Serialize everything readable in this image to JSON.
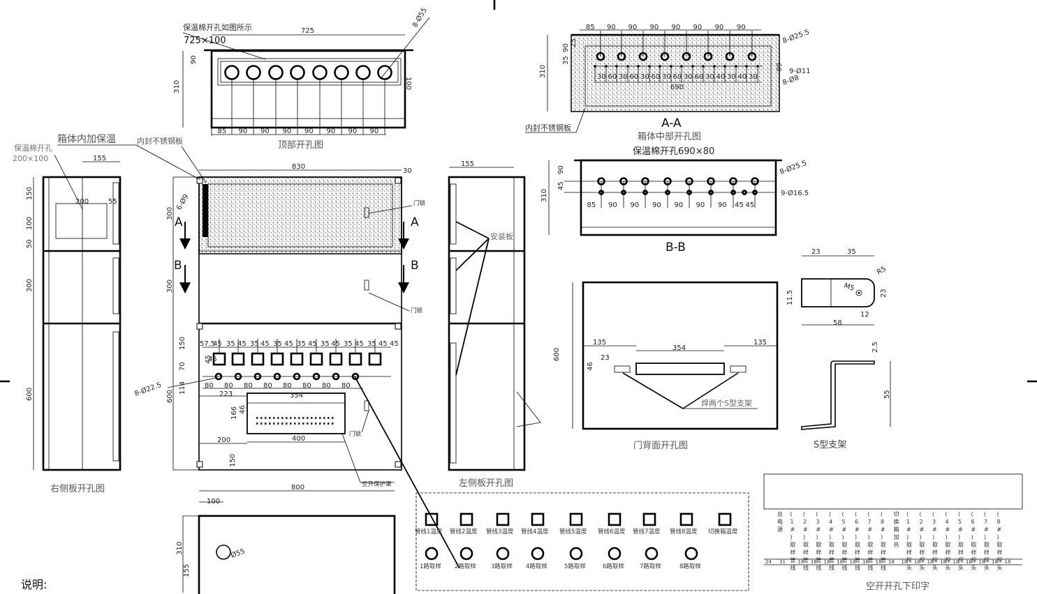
{
  "views": {
    "top": {
      "note": "保温棉开孔如图所示",
      "note_size": "725×100",
      "width_dim": "725",
      "dims_left": [
        "90",
        "310"
      ],
      "hole_spec": "8-Ø55",
      "dim_100": "100",
      "spacing": [
        "85",
        "90",
        "90",
        "90",
        "90",
        "90",
        "90",
        "90"
      ],
      "caption": "顶部开孔图"
    },
    "aa": {
      "spacing": [
        "85",
        "90",
        "90",
        "90",
        "90",
        "90",
        "90",
        "90"
      ],
      "dims_left": [
        "90",
        "25",
        "35",
        "310"
      ],
      "sub_spacing": [
        "30",
        "60",
        "30",
        "60",
        "30",
        "60",
        "30",
        "60",
        "30",
        "60",
        "30",
        "40",
        "30",
        "40",
        "30"
      ],
      "width_dim": "690",
      "spec1": "8-Ø25.5",
      "spec2": "9-Ø11",
      "spec3": "8-Ø8",
      "dim60": "60",
      "leader": "内封不锈钢板",
      "section": "A-A",
      "caption": "箱体中部开孔图",
      "insulation_caption": "保温棉开孔690×80"
    },
    "bb": {
      "dims_left": [
        "90",
        "45",
        "310"
      ],
      "spacing": [
        "85",
        "90",
        "90",
        "90",
        "90",
        "90",
        "90",
        "45",
        "45"
      ],
      "spec1": "8-Ø25.5",
      "spec2": "9-Ø16.5",
      "section": "B-B"
    },
    "right_side": {
      "note1": "保温棉开孔",
      "note2": "200×100",
      "top_dim": "155",
      "dims": [
        "150",
        "100",
        "50",
        "300",
        "600"
      ],
      "inner_w": "200",
      "inner_55": "55",
      "caption": "右侧板开孔图"
    },
    "front": {
      "leader_insulation": "箱体内加保温",
      "leader_plate": "内封不锈钢板",
      "width": "830",
      "dim30": "30",
      "spec_c": "6-Ø9",
      "dims_left": [
        "300",
        "300",
        "600",
        "150",
        "70",
        "114",
        "45",
        "166",
        "46"
      ],
      "lock": "门锁",
      "cut_a": "A",
      "cut_b": "B",
      "upper_spacing": [
        "57.5",
        "45",
        "35",
        "45",
        "35",
        "45",
        "35",
        "45",
        "35",
        "45",
        "35",
        "45",
        "35",
        "45",
        "35",
        "45",
        "45"
      ],
      "lower_spacing": [
        "80",
        "80",
        "80",
        "80",
        "80",
        "80",
        "80",
        "80"
      ],
      "spec_holes": "8-Ø22.5",
      "dim223": "223",
      "dim354": "354",
      "dim200": "200",
      "dim400": "400",
      "dim150": "150",
      "width_bottom": "800",
      "breaker_cover": "空开保护罩",
      "dim45": "45"
    },
    "left_side": {
      "top_dim": "155",
      "mount_plate": "安装板",
      "caption": "左侧板开孔图"
    },
    "door_back": {
      "dim600": "600",
      "dim135a": "135",
      "dim135b": "135",
      "dim354": "354",
      "dim23": "23",
      "dim46": "46",
      "weld_note": "焊两个S型支架",
      "caption": "门背面开孔图"
    },
    "s_bracket": {
      "d23": "23",
      "d35": "35",
      "r5": "R5",
      "m5": "M5",
      "d11_5": "11.5",
      "d23b": "23",
      "d12": "12",
      "d58": "58",
      "d2_5": "2.5",
      "d55": "55",
      "caption": "S型支架"
    },
    "bottom": {
      "dim100": "100",
      "dim310": "310",
      "dim155": "155",
      "spec": "Ø55"
    },
    "panel_labels": {
      "row1": [
        "管线1温度",
        "管线2温度",
        "管线3温度",
        "管线4温度",
        "管线5温度",
        "管线6温度",
        "管线7温度",
        "管线8温度",
        "切换箱温度"
      ],
      "row2": [
        "1路取样",
        "2路取样",
        "3路取样",
        "4路取样",
        "5路取样",
        "6路取样",
        "7路取样",
        "8路取样"
      ]
    },
    "print_table": {
      "columns": [
        "总电源",
        "(1#)取样管线",
        "(2#)取样管线",
        "(3#)取样管线",
        "(4#)取样管线",
        "(5#)取样管线",
        "(6#)取样管线",
        "(7#)取样管线",
        "(8#)取样管线",
        "切换箱加热",
        "(1#)取样探头",
        "(2#)取样探头",
        "(3#)取样探头",
        "(4#)取样探头",
        "(5#)取样探头",
        "(6#)取样探头",
        "(7#)取样探头",
        "(8#)取样探头"
      ],
      "widths": [
        "24",
        "31",
        "18",
        "18",
        "18",
        "18",
        "18",
        "18",
        "18",
        "18",
        "18",
        "18",
        "18",
        "18",
        "18",
        "18",
        "18",
        "18",
        "18"
      ],
      "caption": "空开开孔下印字"
    },
    "notes_label": "说明:"
  }
}
